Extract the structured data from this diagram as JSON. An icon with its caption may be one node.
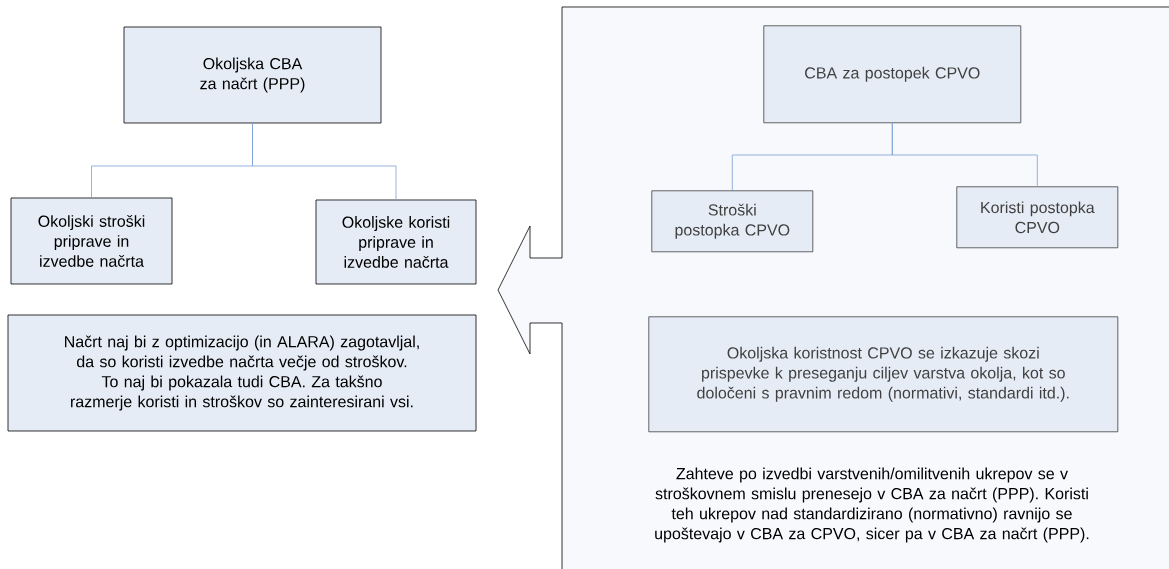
{
  "diagram": {
    "nodes": [
      {
        "text": [
          "Okoljska CBA za načrt (PPP)"
        ]
      },
      {
        "text": [
          "Okoljski stroški priprave in izvedbe načrta"
        ]
      },
      {
        "text": [
          "Okoljske koristi priprave in izvedbe načrta"
        ]
      },
      {
        "text": [
          "Načrt naj bi z optimizacijo (in ALARA) zagotavljal, da so koristi izvedbe načrta večje od stroškov. To naj bi pokazala tudi CBA. Za takšno razmerje koristi in stroškov so zainteresirani vsi."
        ]
      },
      {
        "text": [],
        "shape": "arrow"
      },
      {
        "text": [
          "CBA za postopek CPVO"
        ],
        "in": 4
      },
      {
        "text": [
          "Stroški postopka CPVO"
        ],
        "in": 4
      },
      {
        "text": [
          "Koristi postopka CPVO"
        ],
        "in": 4
      },
      {
        "text": [
          "Okoljska koristnost CPVO se izkazuje skozi prispevke k preseganju ciljev varstva okolja, kot so določeni s pravnim redom (normativi, standardi itd.)."
        ],
        "in": 4
      }
    ],
    "edges": [
      {
        "from": 0,
        "to": 1,
        "arrow": "none"
      },
      {
        "from": 0,
        "to": 2,
        "arrow": "none"
      },
      {
        "from": 5,
        "to": 6,
        "arrow": "none"
      },
      {
        "from": 5,
        "to": 7,
        "arrow": "none"
      }
    ],
    "labels": [
      "Zahteve po izvedbi varstvenih/omilitvenih ukrepov se v stroškovnem smislu prenesejo v CBA za načrt (PPP). Koristi teh ukrepov nad standardizirano (normativno) ravnijo se upoštevajo v CBA za CPVO, sicer pa v CBA za načrt (PPP)."
    ]
  }
}
